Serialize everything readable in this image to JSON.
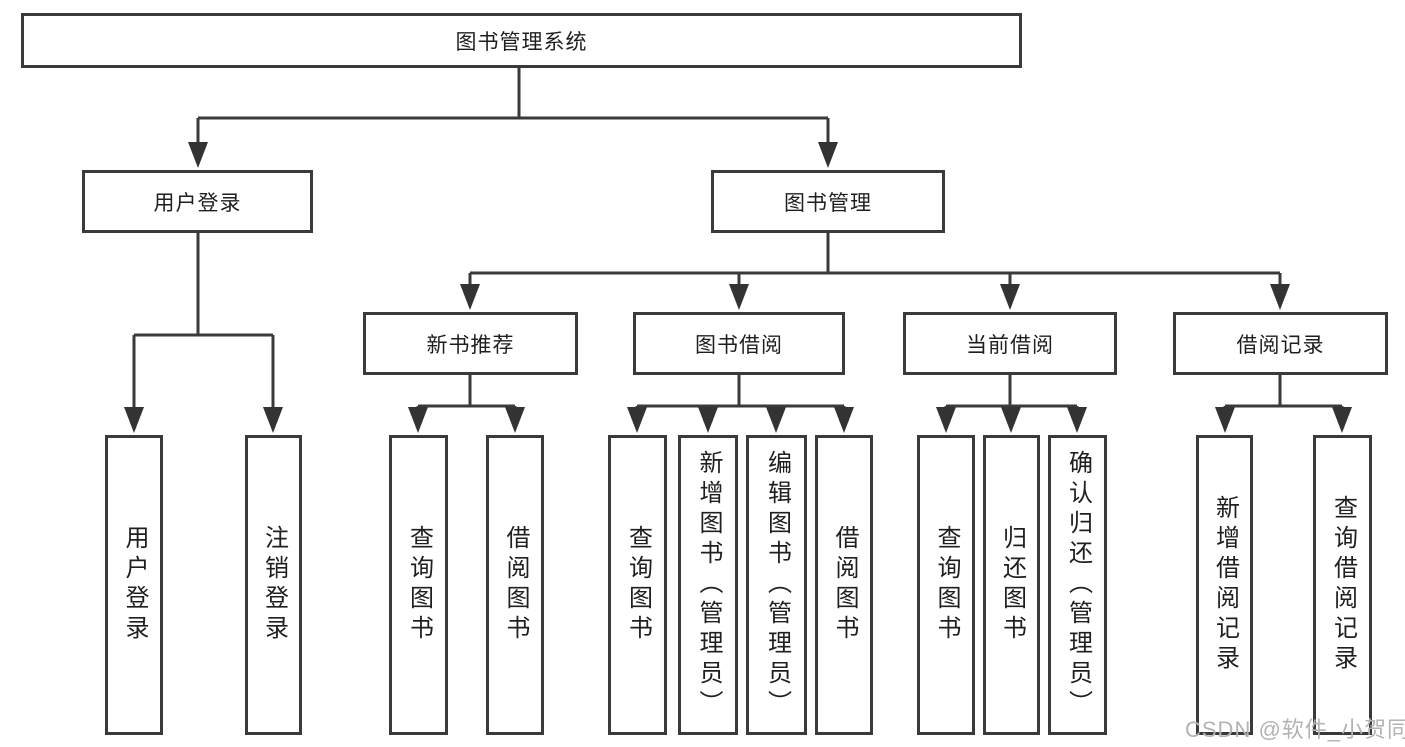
{
  "tree": {
    "root": {
      "label": "图书管理系统"
    },
    "branches": [
      {
        "label": "用户登录",
        "children": [
          {
            "label": "用户登录"
          },
          {
            "label": "注销登录"
          }
        ]
      },
      {
        "label": "图书管理",
        "sections": [
          {
            "label": "新书推荐",
            "children": [
              {
                "label": "查询图书"
              },
              {
                "label": "借阅图书"
              }
            ]
          },
          {
            "label": "图书借阅",
            "children": [
              {
                "label": "查询图书"
              },
              {
                "label": "新增图书（管理员）"
              },
              {
                "label": "编辑图书（管理员）"
              },
              {
                "label": "借阅图书"
              }
            ]
          },
          {
            "label": "当前借阅",
            "children": [
              {
                "label": "查询图书"
              },
              {
                "label": "归还图书"
              },
              {
                "label": "确认归还（管理员）"
              }
            ]
          },
          {
            "label": "借阅记录",
            "children": [
              {
                "label": "新增借阅记录"
              },
              {
                "label": "查询借阅记录"
              }
            ]
          }
        ]
      }
    ]
  },
  "watermark": {
    "text": "CSDN @软件_小贺同学"
  },
  "colors": {
    "line": "#3a3a3a",
    "text": "#1f1f1f",
    "watermark": "#b3b3b3"
  }
}
